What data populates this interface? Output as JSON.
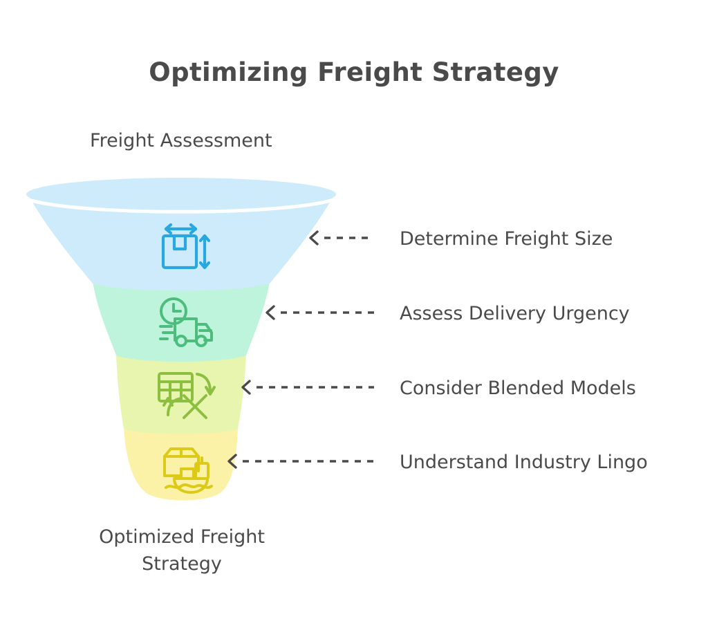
{
  "title": "Optimizing Freight Strategy",
  "funnel": {
    "top_label": "Freight Assessment",
    "bottom_label_line1": "Optimized Freight",
    "bottom_label_line2": "Strategy",
    "background": "#ffffff",
    "divider_color": "#ffffff",
    "stages": [
      {
        "id": "stage-1",
        "label": "Determine Freight Size",
        "band_color": "#cdebfa",
        "icon": "box-dimensions-icon",
        "icon_color": "#29a7df",
        "connector": "dashed-arrow-left"
      },
      {
        "id": "stage-2",
        "label": "Assess Delivery Urgency",
        "band_color": "#bff4dc",
        "icon": "delivery-truck-clock-icon",
        "icon_color": "#4cbd7d",
        "connector": "dashed-arrow-left"
      },
      {
        "id": "stage-3",
        "label": "Consider Blended Models",
        "band_color": "#e7f5ae",
        "icon": "spreadsheet-exchange-icon",
        "icon_color": "#8cbf3f",
        "connector": "dashed-arrow-left"
      },
      {
        "id": "stage-4",
        "label": "Understand Industry Lingo",
        "band_color": "#fbf2a8",
        "icon": "box-cargo-ship-icon",
        "icon_color": "#ddc917",
        "connector": "dashed-arrow-left"
      }
    ]
  },
  "colors": {
    "text": "#4a4a4a",
    "connector": "#4a4a4a",
    "canvas": "#ffffff"
  }
}
